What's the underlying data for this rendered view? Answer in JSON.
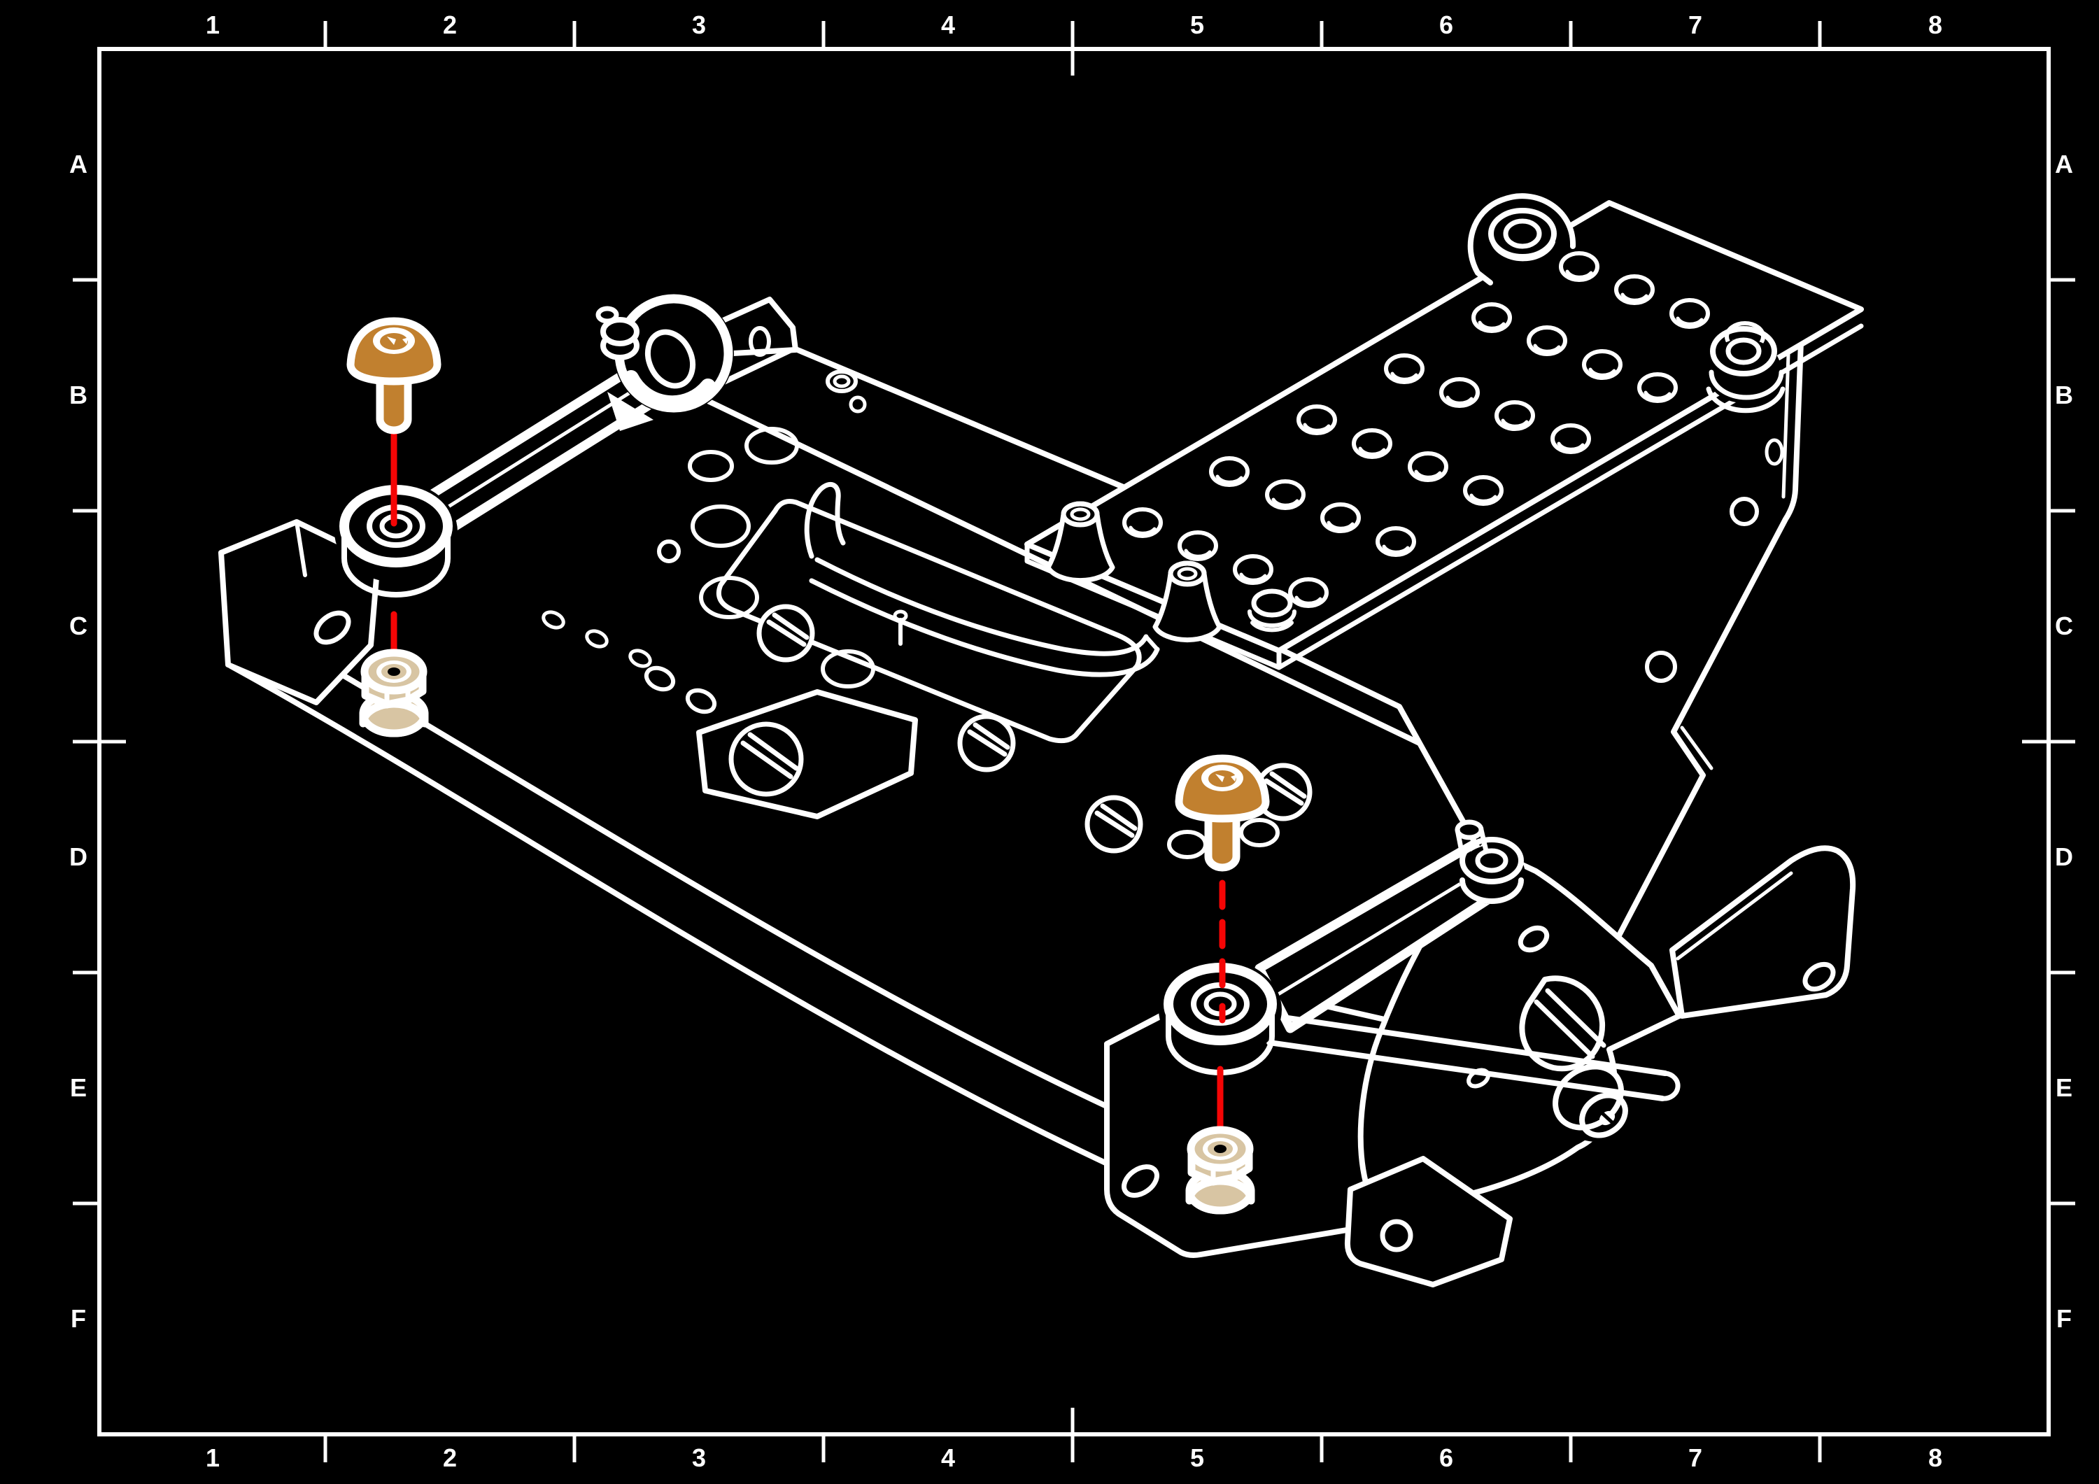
{
  "window": {
    "background_color": "#000000",
    "kind": "technical-assembly-drawing"
  },
  "drawing_frame": {
    "border_color": "#ffffff",
    "column_labels": [
      "1",
      "2",
      "3",
      "4",
      "5",
      "6",
      "7",
      "8"
    ],
    "row_labels": [
      "A",
      "B",
      "C",
      "D",
      "E",
      "F"
    ]
  },
  "illustration": {
    "linework_color": "#ffffff",
    "highlight_screw_color": "#c1802f",
    "highlight_nut_color": "#d8c5a3",
    "alignment_line_color": "#f50505",
    "highlighted_screw_count": 2,
    "highlighted_nut_count": 2
  }
}
